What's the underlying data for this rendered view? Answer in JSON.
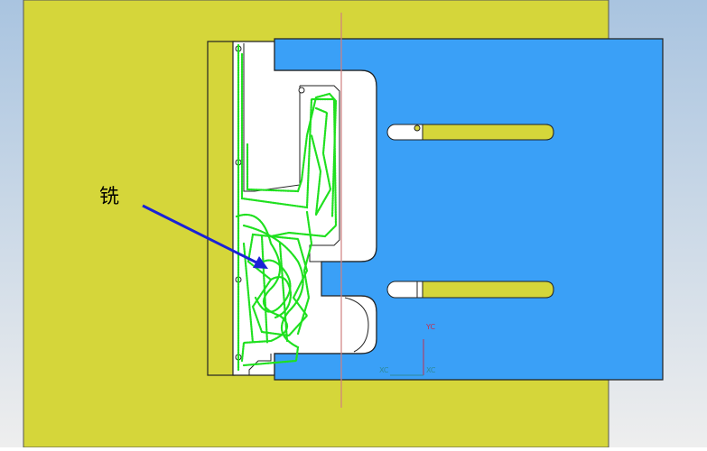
{
  "viewport": {
    "colors": {
      "background_top": "#a9c4e0",
      "background_bottom": "#f0f0f0",
      "fixture": "#d5d63a",
      "part_blue": "#3aa0f7",
      "pocket_white": "#ffffff",
      "toolpath": "#1fe01f",
      "arrow": "#1a22d6",
      "center_line": "#d08080",
      "outline": "#2a2a2a"
    }
  },
  "annotation": {
    "label": "铣",
    "arrow_icon": "blue-arrow-icon"
  },
  "triad": {
    "y_label": "YC",
    "x_label_left": "XC",
    "x_label_right": "XC"
  }
}
